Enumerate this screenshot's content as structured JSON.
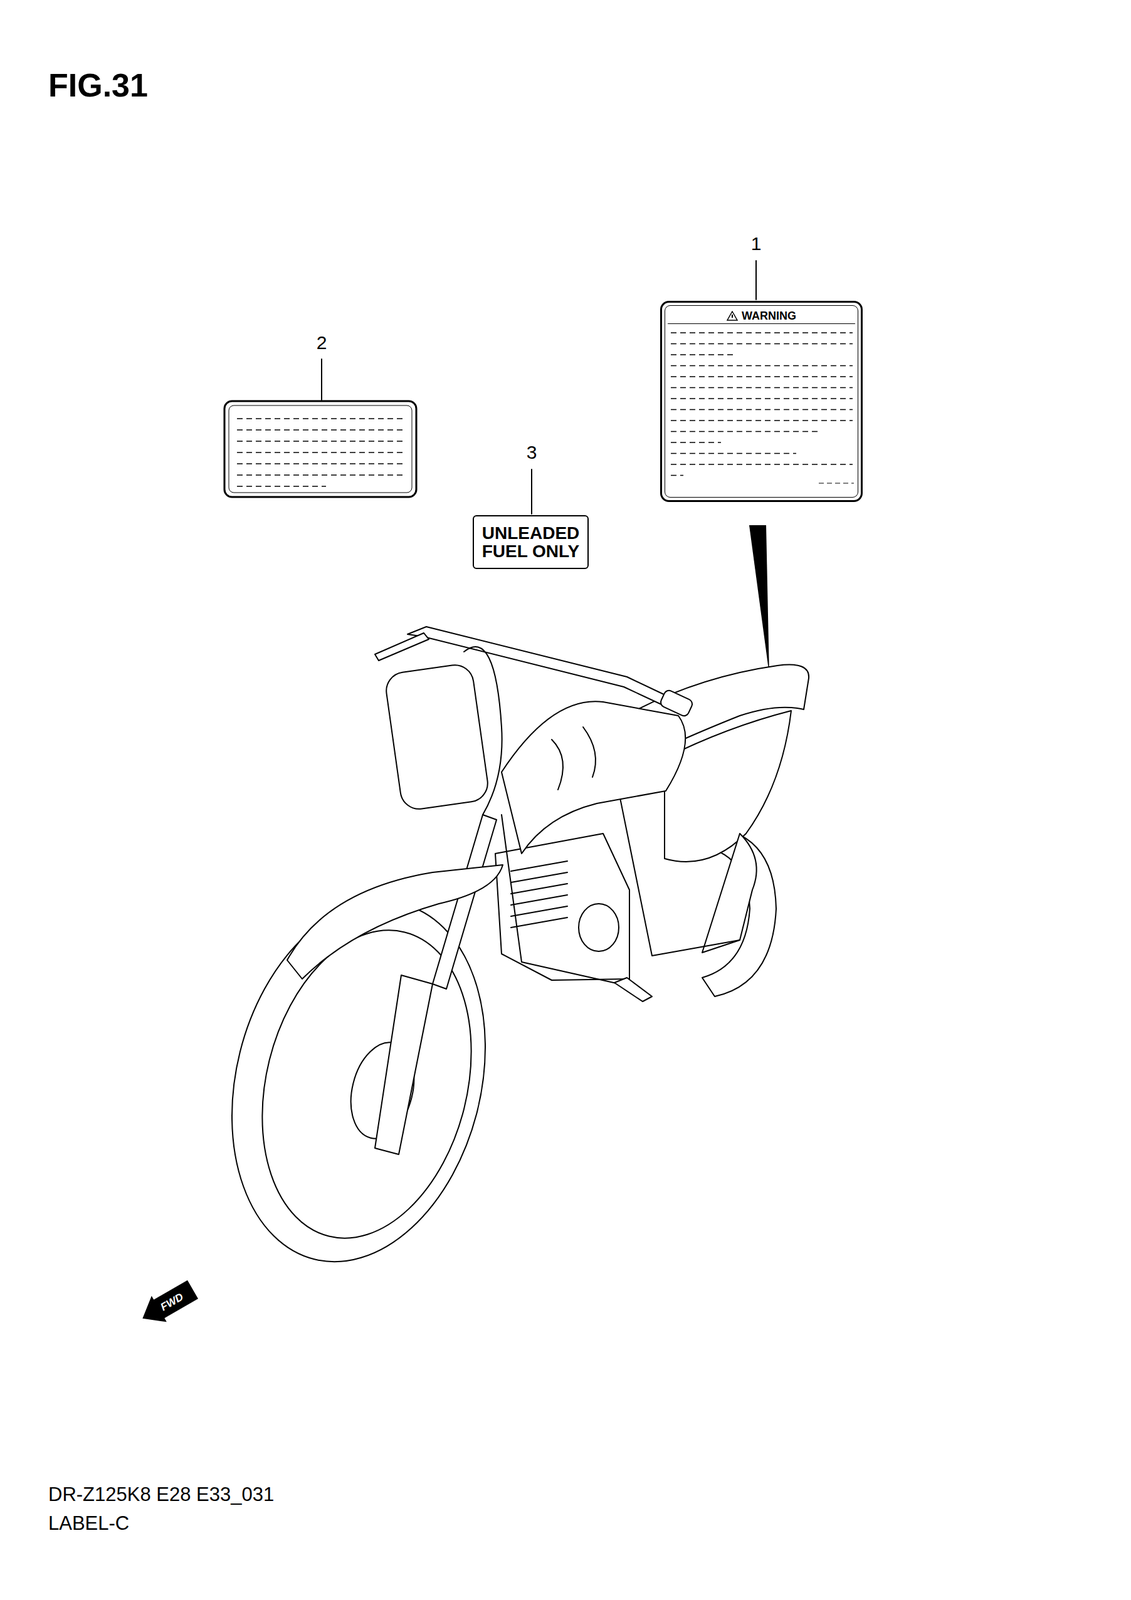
{
  "diagram": {
    "title": "FIG.31",
    "nodes": [
      {
        "text": [
          "WARNING"
        ]
      },
      {
        "text": [
          "UNLEADED FUEL ONLY"
        ]
      }
    ],
    "labels": [
      "1",
      "2",
      "3",
      "FWD",
      "DR-Z125K8 E28 E33_031",
      "LABEL-C"
    ]
  }
}
